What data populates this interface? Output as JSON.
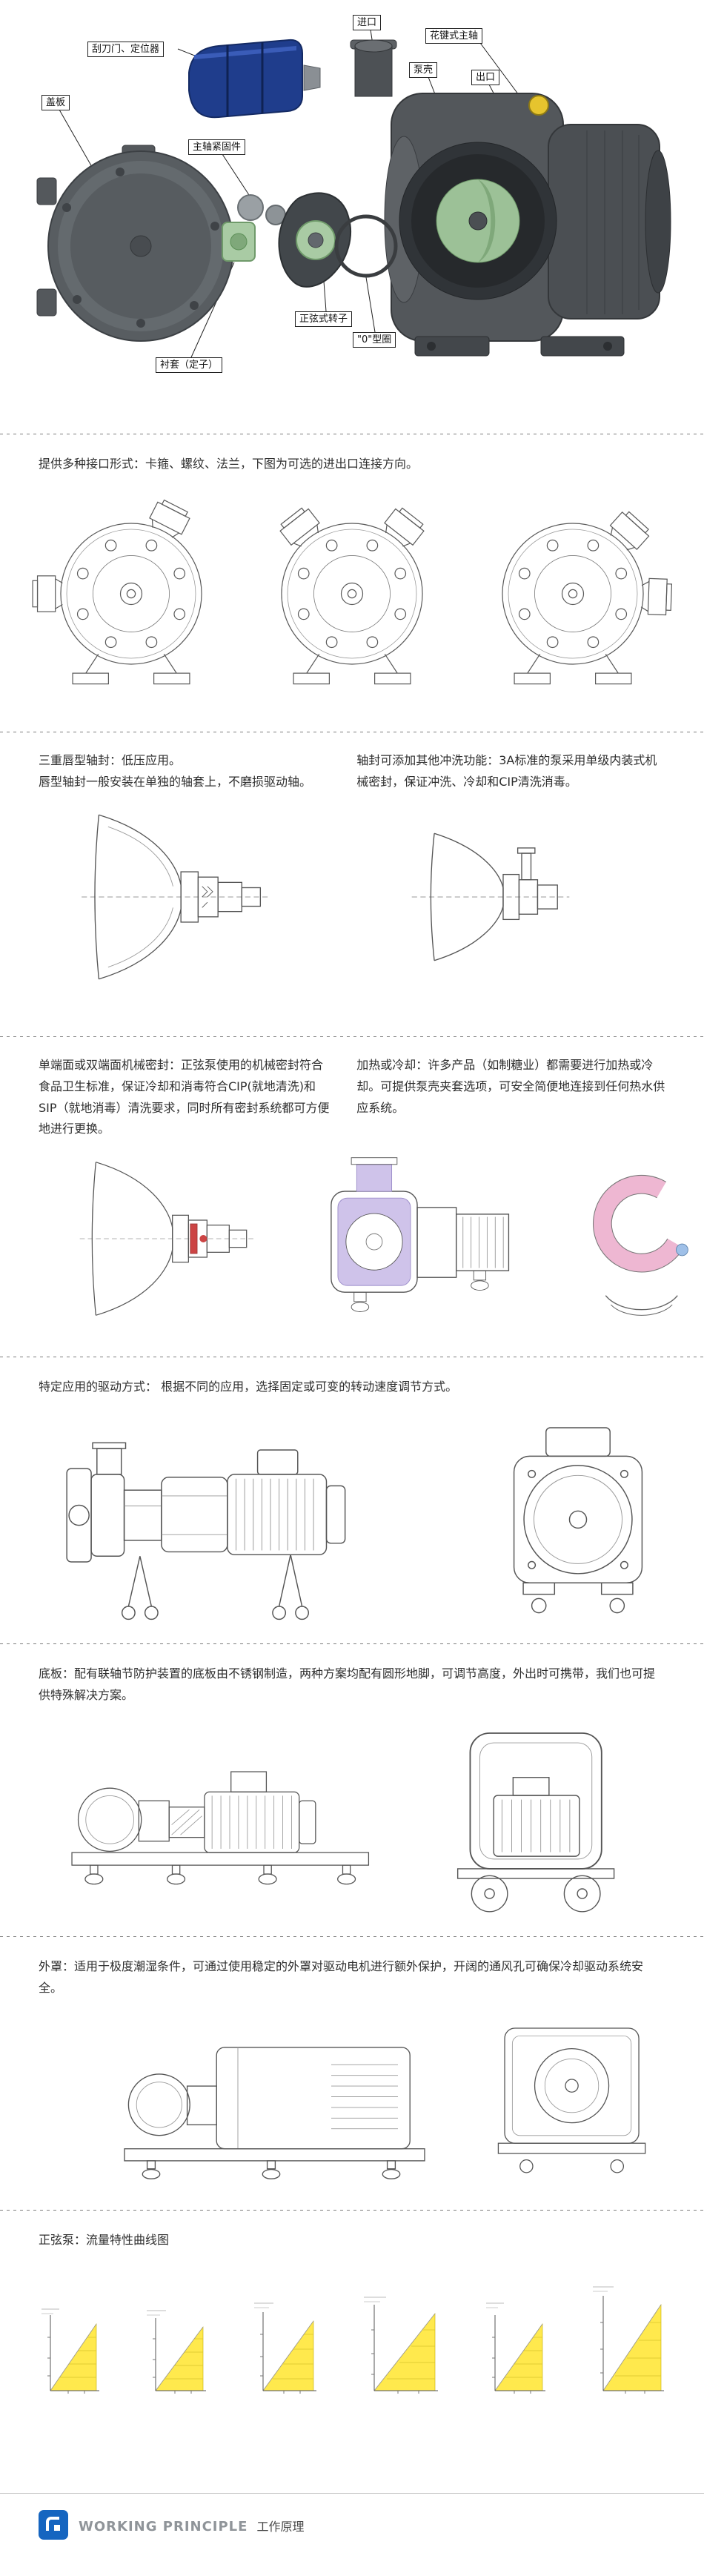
{
  "exploded": {
    "labels": {
      "scraper": "刮刀门、定位器",
      "inlet": "进口",
      "spline_shaft": "花键式主轴",
      "casing": "泵壳",
      "outlet": "出口",
      "cover": "盖板",
      "shaft_fastener": "主轴紧固件",
      "sine_rotor": "正弦式转子",
      "o_ring": "\"0\"型圈",
      "liner_stator": "衬套（定子）"
    }
  },
  "sections": {
    "ports": {
      "text": "提供多种接口形式：卡箍、螺纹、法兰，下图为可选的进出口连接方向。"
    },
    "lip_seal": {
      "left": "三重唇型轴封：低压应用。\n唇型轴封一般安装在单独的轴套上，不磨损驱动轴。",
      "right": "轴封可添加其他冲洗功能：3A标准的泵采用单级内装式机械密封，保证冲洗、冷却和CIP清洗消毒。"
    },
    "mech_seal": {
      "left": "单端面或双端面机械密封：正弦泵使用的机械密封符合食品卫生标准，保证冷却和消毒符合CIP(就地清洗)和SIP（就地消毒）清洗要求，同时所有密封系统都可方便地进行更换。",
      "right": "加热或冷却：许多产品（如制糖业）都需要进行加热或冷却。可提供泵壳夹套选项，可安全简便地连接到任何热水供应系统。"
    },
    "drive": {
      "text": "特定应用的驱动方式： 根据不同的应用，选择固定或可变的转动速度调节方式。"
    },
    "baseplate": {
      "text": "底板：配有联轴节防护装置的底板由不锈钢制造，两种方案均配有圆形地脚，可调节高度，外出时可携带，我们也可提供特殊解决方案。"
    },
    "canopy": {
      "text": "外罩：适用于极度潮湿条件，可通过使用稳定的外罩对驱动电机进行额外保护，开阔的通风孔可确保冷却驱动系统安全。"
    },
    "curves": {
      "heading": "正弦泵：流量特性曲线图",
      "chart_count": 6,
      "chart_style": "linear rising flow curve, yellow shaded triangular area with hatching"
    }
  },
  "footer": {
    "brand": "WORKING PRINCIPLE",
    "subtitle": "工作原理"
  },
  "colors": {
    "scraper_blue": "#1f3d8c",
    "rotor_green": "#a9cba4",
    "plug_yellow": "#e6c42e",
    "jacket_lavender": "#cfc3ea",
    "clamp_pink": "#eeb7d2",
    "chart_yellow": "#ffe94d",
    "logo_blue": "#1565c0",
    "line_gray": "#5a5a5a"
  }
}
